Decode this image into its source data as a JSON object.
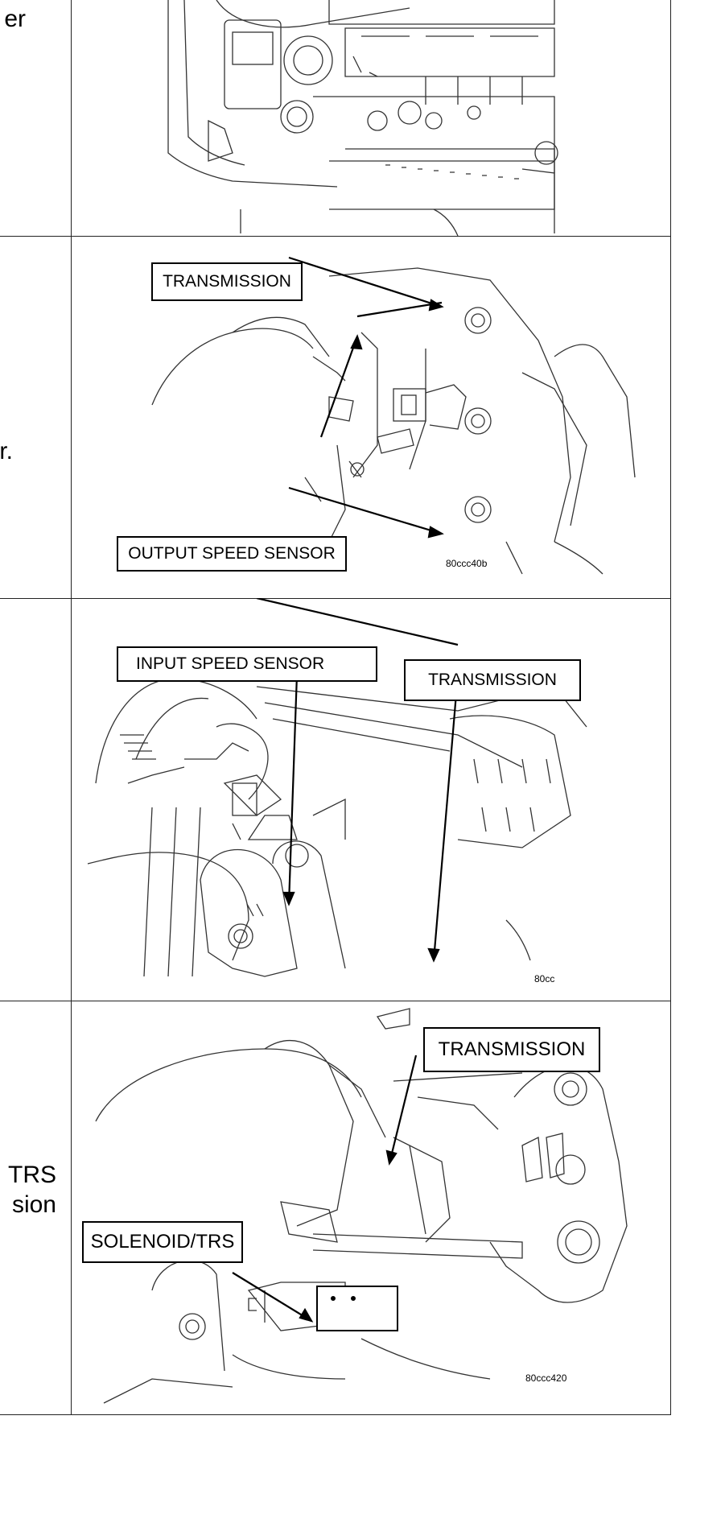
{
  "rows": [
    {
      "left_text": "er",
      "labels": [],
      "code": ""
    },
    {
      "left_text": "r.",
      "labels": [
        "TRANSMISSION",
        "OUTPUT SPEED SENSOR"
      ],
      "code": "80ccc40b"
    },
    {
      "left_text": "",
      "labels": [
        "INPUT SPEED SENSOR",
        "TRANSMISSION"
      ],
      "code": "80cc"
    },
    {
      "left_text_lines": [
        "TRS",
        "sion"
      ],
      "labels": [
        "TRANSMISSION",
        "SOLENOID/TRS"
      ],
      "code": "80ccc420"
    }
  ]
}
